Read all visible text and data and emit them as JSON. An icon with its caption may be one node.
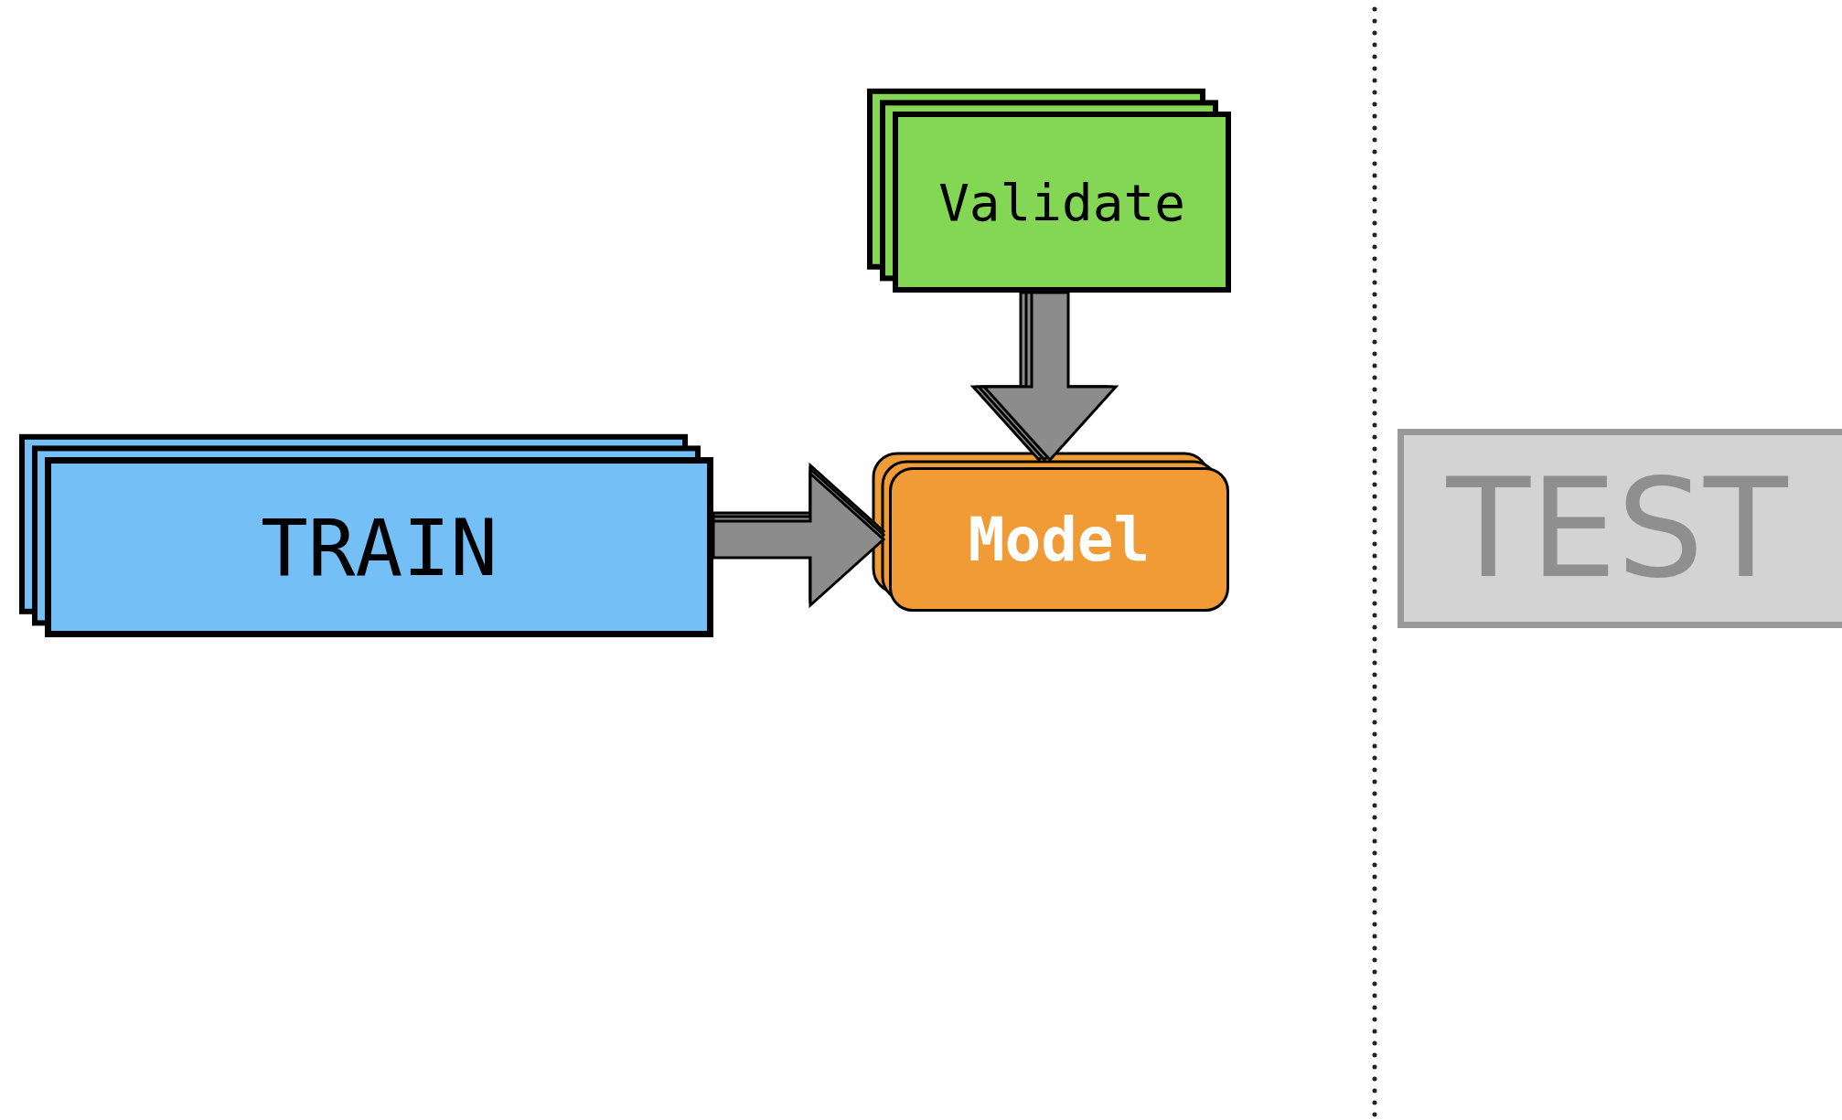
{
  "diagram": {
    "nodes": [
      {
        "text": [
          "Validate"
        ]
      },
      {
        "text": [
          "TRAIN"
        ]
      },
      {
        "text": [
          "Model"
        ]
      },
      {
        "text": [
          "TEST"
        ]
      }
    ],
    "edges": [
      {
        "from": 1,
        "to": 2,
        "arrow": "to"
      },
      {
        "from": 0,
        "to": 2,
        "arrow": "to"
      }
    ]
  }
}
